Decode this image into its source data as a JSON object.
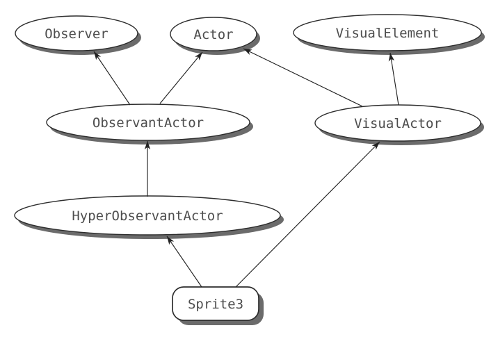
{
  "diagram": {
    "type": "class-inheritance-diagram",
    "background_color": "#ffffff",
    "node_fill_color": "#ffffff",
    "node_stroke_color": "#2d2d2d",
    "shadow_color": "#6b6b6b",
    "label_color": "#4d4d4d",
    "arrow_color": "#222222",
    "nodes": [
      {
        "id": "observer",
        "label": "Observer",
        "shape": "ellipse"
      },
      {
        "id": "actor",
        "label": "Actor",
        "shape": "ellipse"
      },
      {
        "id": "visual-element",
        "label": "VisualElement",
        "shape": "ellipse"
      },
      {
        "id": "observant-actor",
        "label": "ObservantActor",
        "shape": "ellipse"
      },
      {
        "id": "visual-actor",
        "label": "VisualActor",
        "shape": "ellipse"
      },
      {
        "id": "hyper-observant-actor",
        "label": "HyperObservantActor",
        "shape": "ellipse"
      },
      {
        "id": "sprite3",
        "label": "Sprite3",
        "shape": "rounded-rect"
      }
    ],
    "edges": [
      {
        "from": "ObservantActor",
        "to": "Observer"
      },
      {
        "from": "ObservantActor",
        "to": "Actor"
      },
      {
        "from": "VisualActor",
        "to": "Actor"
      },
      {
        "from": "VisualActor",
        "to": "VisualElement"
      },
      {
        "from": "HyperObservantActor",
        "to": "ObservantActor"
      },
      {
        "from": "Sprite3",
        "to": "HyperObservantActor"
      },
      {
        "from": "Sprite3",
        "to": "VisualActor"
      }
    ]
  }
}
